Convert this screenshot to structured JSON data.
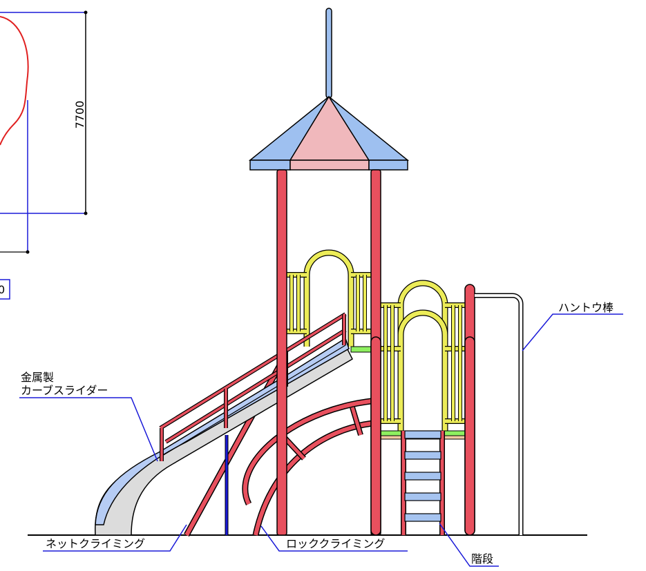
{
  "dimension": {
    "height_label": "7700",
    "width_label_fragment": "0"
  },
  "labels": {
    "slide_line1": "金属製",
    "slide_line2": "カーブスライダー",
    "pole": "ハントウ棒",
    "net": "ネットクライミング",
    "rock": "ロッククライミング",
    "stairs": "階段"
  },
  "colors": {
    "post": "#e8505e",
    "roof_blue": "#9ec0f0",
    "roof_pink": "#f0b8bc",
    "rail_yellow": "#ecec58",
    "green": "#8ef060",
    "slide_blue": "#b6ccf4",
    "slide_gray": "#dcdcdc",
    "step_blue": "#a6c4f0",
    "leader": "#1a1ad8"
  }
}
